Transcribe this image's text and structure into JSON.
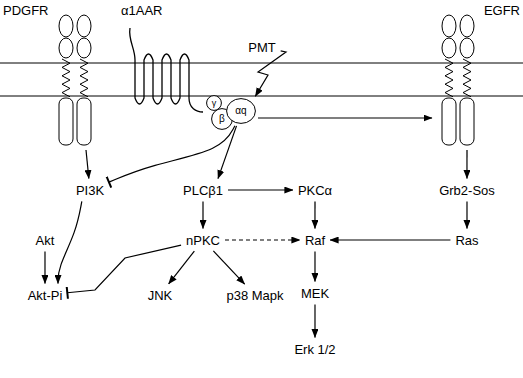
{
  "diagram": {
    "nodes": [
      {
        "text": [
          "PDGFR"
        ]
      },
      {
        "text": [
          "α1AAR"
        ]
      },
      {
        "text": [
          "PMT"
        ]
      },
      {
        "text": [
          "EGFR"
        ]
      },
      {
        "text": [
          "γ"
        ]
      },
      {
        "text": [
          "β"
        ]
      },
      {
        "text": [
          "αq"
        ]
      },
      {
        "text": [
          "PI3K"
        ]
      },
      {
        "text": [
          "PLCβ1"
        ]
      },
      {
        "text": [
          "PKCα"
        ]
      },
      {
        "text": [
          "Grb2-Sos"
        ]
      },
      {
        "text": [
          "Akt"
        ]
      },
      {
        "text": [
          "nPKC"
        ]
      },
      {
        "text": [
          "Raf"
        ]
      },
      {
        "text": [
          "Ras"
        ]
      },
      {
        "text": [
          "MEK"
        ]
      },
      {
        "text": [
          "Akt-Pi"
        ]
      },
      {
        "text": [
          "JNK"
        ]
      },
      {
        "text": [
          "p38 Mapk"
        ]
      },
      {
        "text": [
          "Erk 1/2"
        ]
      }
    ],
    "edges": [
      {
        "from": 0,
        "to": 7,
        "arrow": "to"
      },
      {
        "from": 6,
        "to": 7,
        "arrow": "to"
      },
      {
        "from": 6,
        "to": 8,
        "arrow": "to"
      },
      {
        "from": 6,
        "to": 3,
        "arrow": "to"
      },
      {
        "from": 2,
        "to": 6,
        "arrow": "to"
      },
      {
        "from": 3,
        "to": 10,
        "arrow": "to"
      },
      {
        "from": 7,
        "to": 16,
        "arrow": "to"
      },
      {
        "from": 11,
        "to": 16,
        "arrow": "to"
      },
      {
        "from": 12,
        "to": 16,
        "arrow": "to"
      },
      {
        "from": 8,
        "to": 12,
        "arrow": "to"
      },
      {
        "from": 8,
        "to": 9,
        "arrow": "to"
      },
      {
        "from": 12,
        "to": 13,
        "arrow": "to"
      },
      {
        "from": 12,
        "to": 17,
        "arrow": "to"
      },
      {
        "from": 12,
        "to": 18,
        "arrow": "to"
      },
      {
        "from": 9,
        "to": 13,
        "arrow": "to"
      },
      {
        "from": 10,
        "to": 14,
        "arrow": "to"
      },
      {
        "from": 14,
        "to": 13,
        "arrow": "to"
      },
      {
        "from": 13,
        "to": 15,
        "arrow": "to"
      },
      {
        "from": 15,
        "to": 19,
        "arrow": "to"
      }
    ]
  }
}
